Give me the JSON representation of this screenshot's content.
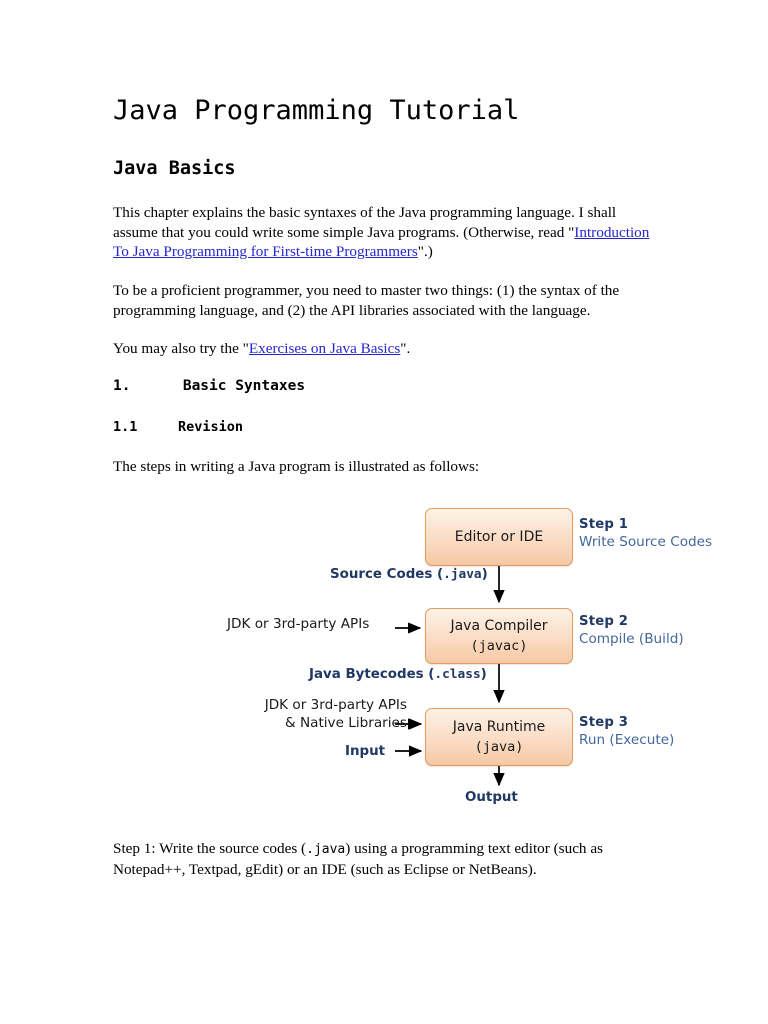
{
  "document": {
    "title": "Java Programming Tutorial",
    "subtitle": "Java Basics",
    "paragraphs": {
      "intro_part1": "This chapter explains the basic syntaxes of the Java programming language. I shall assume that you could write some simple Java programs. (Otherwise, read \"",
      "intro_link": "Introduction To Java Programming for First-time Programmers",
      "intro_part2": "\".)",
      "proficient": "To be a proficient programmer, you need to master two things: (1) the syntax of the programming language, and (2) the API libraries associated with the language.",
      "exercises_prefix": "You may also try the \"",
      "exercises_link": "Exercises on Java Basics",
      "exercises_suffix": "\".",
      "steps_intro": "The steps in writing a Java program is illustrated as follows:",
      "step1_desc_a": "Step 1: Write the source codes (",
      "step1_desc_mono": ".java",
      "step1_desc_b": ") using a programming text editor (such as Notepad++, Textpad, gEdit) or an IDE (such as Eclipse or NetBeans)."
    },
    "sections": [
      {
        "number": "1.",
        "title": "Basic Syntaxes",
        "heading": "1.\tBasic Syntaxes"
      },
      {
        "number": "1.1",
        "title": "Revision",
        "heading": "1.1\tRevision"
      }
    ]
  },
  "diagram": {
    "boxes": [
      {
        "name": "editor",
        "line1": "Editor or IDE",
        "line2": ""
      },
      {
        "name": "compiler",
        "line1": "Java Compiler",
        "line2": "(javac)"
      },
      {
        "name": "runtime",
        "line1": "Java Runtime",
        "line2": "(java)"
      }
    ],
    "steps": [
      {
        "number": "Step 1",
        "description": "Write Source Codes"
      },
      {
        "number": "Step 2",
        "description": "Compile (Build)"
      },
      {
        "number": "Step 3",
        "description": "Run (Execute)"
      }
    ],
    "flow_labels": {
      "source_codes_text": "Source Codes (",
      "source_codes_mono": ".java",
      "source_codes_close": ")",
      "bytecodes_text": "Java Bytecodes (",
      "bytecodes_mono": ".class",
      "bytecodes_close": ")",
      "input": "Input",
      "output": "Output"
    },
    "side_labels": {
      "api_compiler": "JDK or 3rd-party APIs",
      "api_runtime_line1": "JDK or 3rd-party APIs",
      "api_runtime_line2": "& Native Libraries"
    },
    "colors": {
      "box_border": "#e09a62",
      "box_fill_top": "#fdf2e7",
      "box_fill_bottom": "#f6c9a4",
      "step_number": "#1f3864",
      "step_description": "#44679c",
      "flow_label": "#1f3864",
      "arrow": "#000000",
      "link": "#2626cf"
    }
  }
}
